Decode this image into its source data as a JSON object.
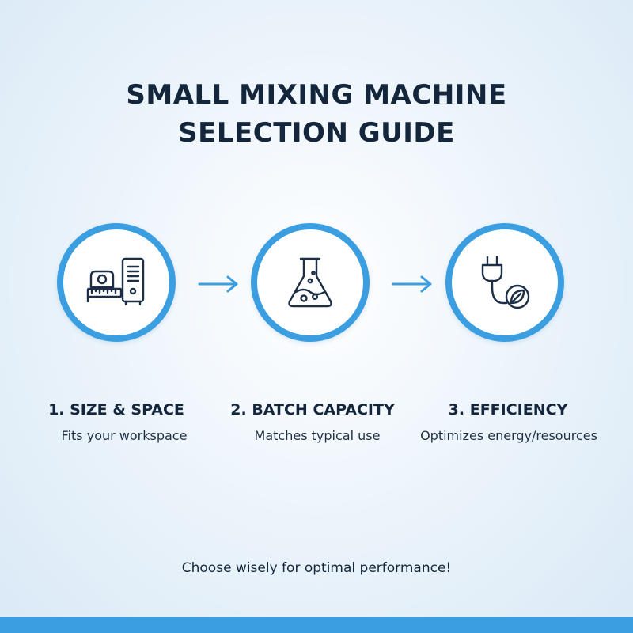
{
  "title": {
    "line1": "SMALL MIXING MACHINE",
    "line2": "SELECTION GUIDE"
  },
  "steps": [
    {
      "title": "1. SIZE & SPACE",
      "description": "Fits your workspace",
      "icon": "machine-measure-icon"
    },
    {
      "title": "2. BATCH CAPACITY",
      "description": "Matches typical use",
      "icon": "flask-icon"
    },
    {
      "title": "3. EFFICIENCY",
      "description": "Optimizes energy/resources",
      "icon": "plug-leaf-icon"
    }
  ],
  "tagline": "Choose wisely for optimal performance!",
  "colors": {
    "accent": "#3a9ee0",
    "text": "#13263c",
    "icon_stroke": "#1c2f47"
  }
}
